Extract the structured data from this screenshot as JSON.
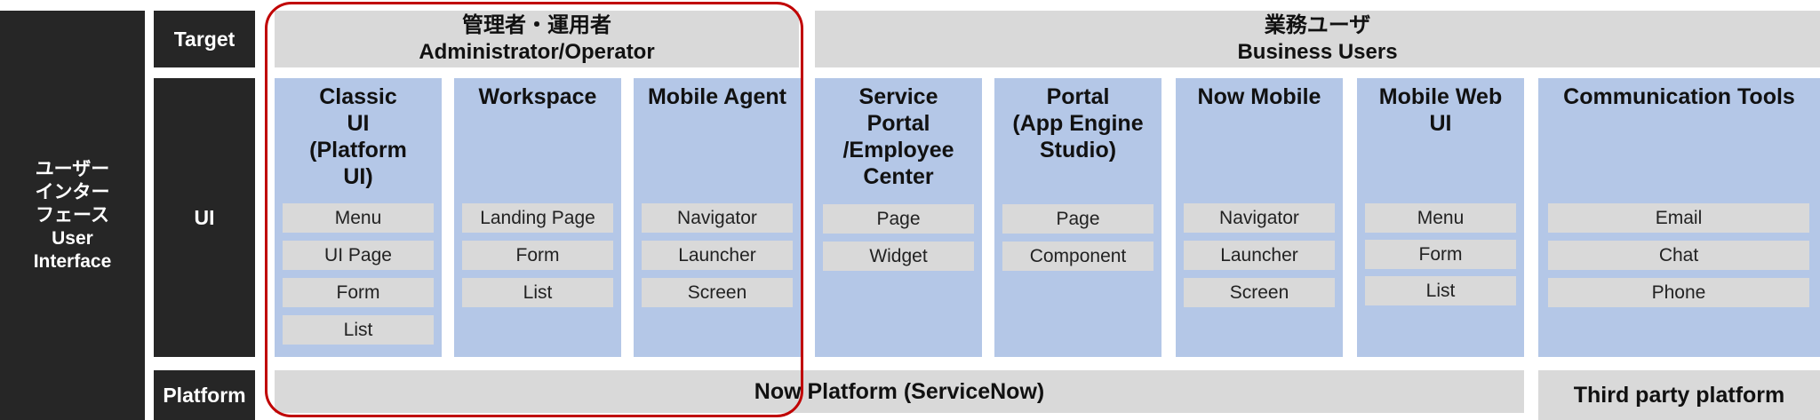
{
  "left_label": [
    "ユーザー",
    "インター",
    "フェース",
    "User",
    "Interface"
  ],
  "row_labels": {
    "target": "Target",
    "ui": "UI",
    "platform": "Platform"
  },
  "targets": {
    "admin": {
      "jp": "管理者・運用者",
      "en": "Administrator/Operator"
    },
    "business": {
      "jp": "業務ユーザ",
      "en": "Business Users"
    }
  },
  "columns": [
    {
      "title": [
        "Classic",
        "UI",
        "(Platform",
        "UI)"
      ],
      "items": [
        "Menu",
        "UI Page",
        "Form",
        "List"
      ]
    },
    {
      "title": [
        "Workspace"
      ],
      "items": [
        "Landing Page",
        "Form",
        "List"
      ]
    },
    {
      "title": [
        "Mobile Agent"
      ],
      "items": [
        "Navigator",
        "Launcher",
        "Screen"
      ]
    },
    {
      "title": [
        "Service",
        "Portal",
        "/Employee",
        "Center"
      ],
      "items": [
        "Page",
        "Widget"
      ]
    },
    {
      "title": [
        "Portal",
        "(App Engine",
        "Studio)"
      ],
      "items": [
        "Page",
        "Component"
      ]
    },
    {
      "title": [
        "Now Mobile"
      ],
      "items": [
        "Navigator",
        "Launcher",
        "Screen"
      ]
    },
    {
      "title": [
        "Mobile Web",
        "UI"
      ],
      "items": [
        "Menu",
        "Form",
        "List"
      ]
    },
    {
      "title": [
        "Communication Tools"
      ],
      "items": [
        "Email",
        "Chat",
        "Phone"
      ]
    }
  ],
  "platforms": {
    "now": "Now Platform (ServiceNow)",
    "third_party": "Third party platform"
  },
  "colors": {
    "dark": "#262626",
    "grey": "#d9d9d9",
    "blue": "#b4c7e7",
    "highlight": "#c00000"
  }
}
